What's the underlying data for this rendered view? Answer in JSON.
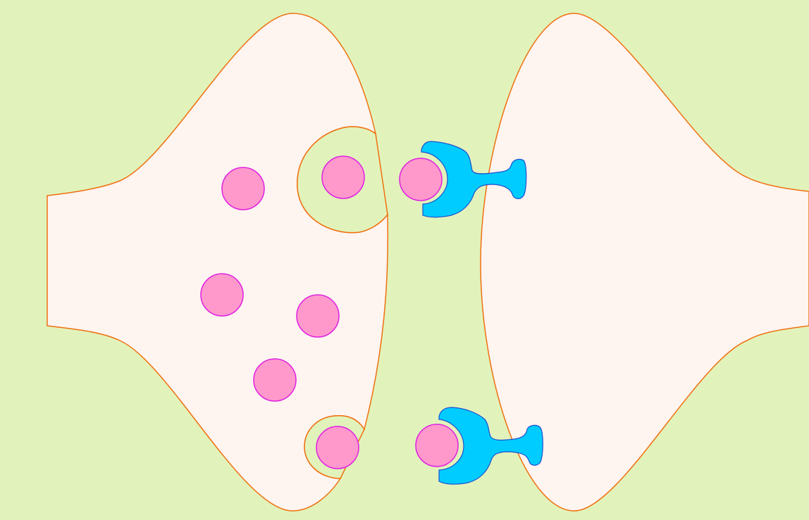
{
  "colors": {
    "background": "#e1f3bb",
    "neuron_fill": "#fef4f0",
    "neuron_outline": "#f07010",
    "vesicle_fill": "#ff99cc",
    "vesicle_outline": "#e020e0",
    "receptor_fill": "#00ccff",
    "receptor_outline": "#2050d0"
  },
  "diagram": {
    "presynaptic_vesicle_count": 6,
    "released_neurotransmitter_count": 2,
    "receptor_count": 2
  }
}
